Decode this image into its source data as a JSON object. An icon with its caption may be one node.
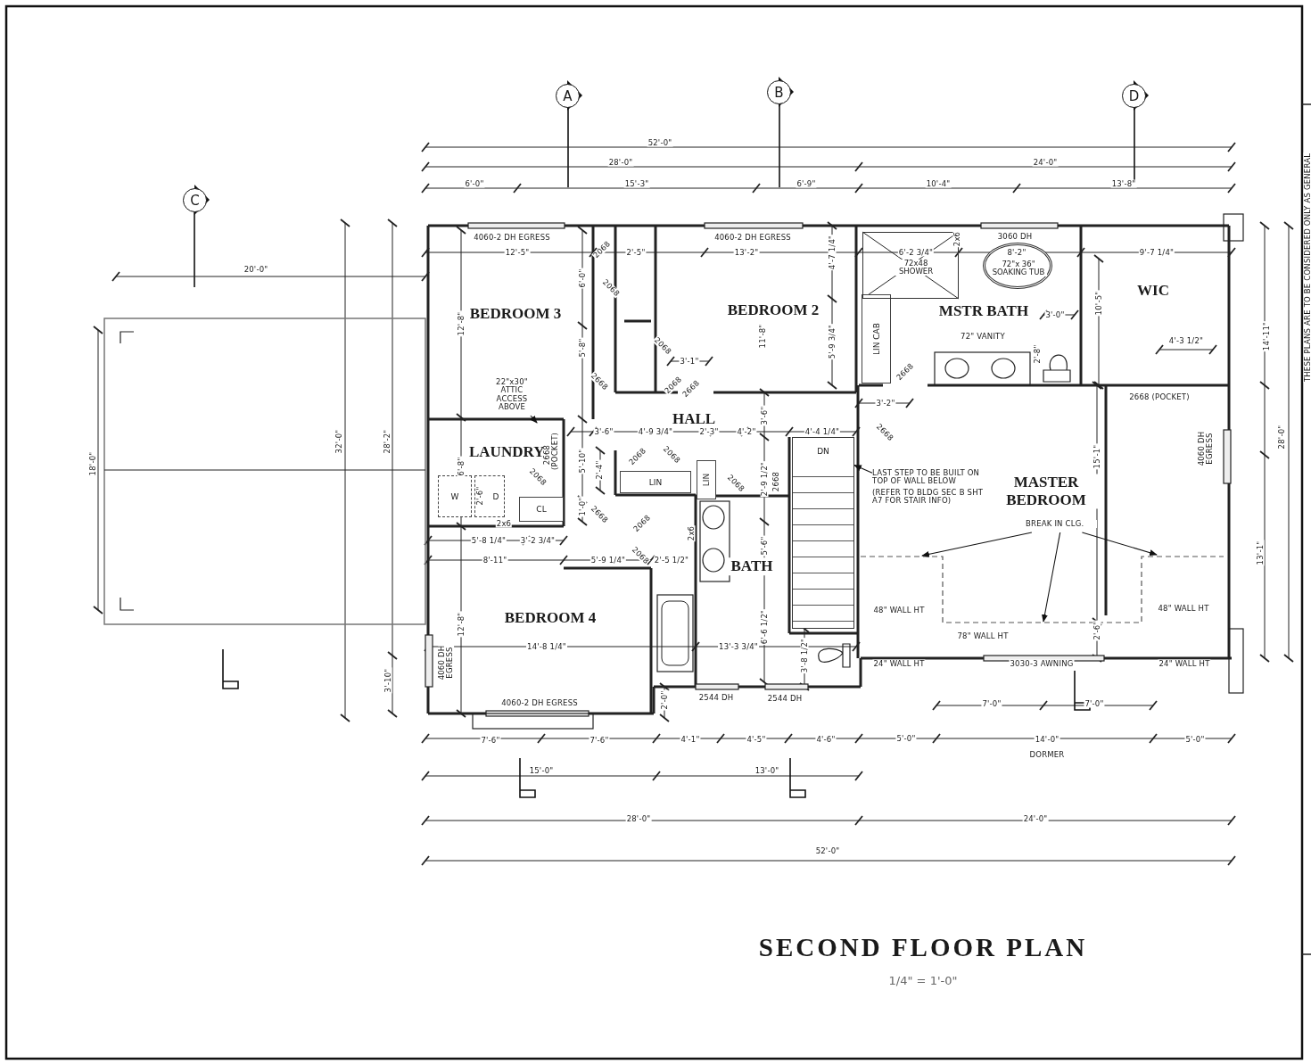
{
  "diagram": {
    "title": "SECOND FLOOR PLAN",
    "caption": "1/4\" = 1'-0\"",
    "nodes": [
      {
        "text": [
          "A"
        ]
      },
      {
        "text": [
          "B"
        ]
      },
      {
        "text": [
          "D"
        ]
      },
      {
        "text": [
          "C"
        ]
      },
      {
        "text": [
          "BEDROOM 3"
        ]
      },
      {
        "text": [
          "BEDROOM 2"
        ]
      },
      {
        "text": [
          "MSTR BATH"
        ]
      },
      {
        "text": [
          "WIC"
        ]
      },
      {
        "text": [
          "HALL"
        ]
      },
      {
        "text": [
          "LAUNDRY"
        ]
      },
      {
        "text": [
          "MASTER BEDROOM"
        ]
      },
      {
        "text": [
          "BEDROOM 4"
        ]
      },
      {
        "text": [
          "BATH"
        ]
      },
      {
        "text": [
          "LIN"
        ]
      },
      {
        "text": [
          "LIN"
        ]
      },
      {
        "text": [
          "LIN CAB"
        ]
      },
      {
        "text": [
          "CL"
        ]
      },
      {
        "text": [
          "W"
        ]
      },
      {
        "text": [
          "D"
        ]
      },
      {
        "text": [
          "22\"x30\" ATTIC ACCESS ABOVE"
        ]
      },
      {
        "text": [
          "LAST STEP TO BE BUILT ON TOP OF WALL BELOW",
          "(REFER TO BLDG SEC B SHT A7 FOR STAIR INFO)"
        ]
      },
      {
        "text": [
          "BREAK IN CLG."
        ]
      },
      {
        "text": [
          "DN"
        ]
      },
      {
        "text": [
          "72x48 SHOWER"
        ]
      },
      {
        "text": [
          "72\"x 36\" SOAKING TUB"
        ]
      }
    ],
    "edges": [
      {
        "from": 19,
        "to": 9,
        "arrow": "to"
      },
      {
        "from": 20,
        "to": 22,
        "arrow": "to"
      },
      {
        "from": 21,
        "to": null,
        "arrow": "to"
      },
      {
        "from": 21,
        "to": null,
        "arrow": "to"
      },
      {
        "from": 21,
        "to": null,
        "arrow": "to"
      }
    ],
    "labels": [
      "52'-0\"",
      "28'-0\"",
      "24'-0\"",
      "6'-0\"",
      "15'-3\"",
      "6'-9\"",
      "10'-4\"",
      "13'-8\"",
      "20'-0\"",
      "4060-2 DH EGRESS",
      "4060-2 DH EGRESS",
      "3060 DH",
      "12'-5\"",
      "2'-5\"",
      "13'-2\"",
      "6'-2 3/4\"",
      "8'-2\"",
      "9'-7 1/4\"",
      "2068",
      "2x6",
      "4'-7 1/4\"",
      "6'-0\"",
      "2068",
      "10'-5\"",
      "12'-8\"",
      "3'-0\"",
      "5'-8\"",
      "2068",
      "11'-8\"",
      "5'-9 3/4\"",
      "72\" VANITY",
      "2'-8\"",
      "4'-3 1/2\"",
      "14'-11\"",
      "3'-1\"",
      "2668",
      "2668",
      "2068",
      "2668",
      "2668 (POCKET)",
      "3'-2\"",
      "3'-6\"",
      "3'-6\"",
      "4'-9 3/4\"",
      "2'-3\"",
      "4'-2\"",
      "4'-4 1/4\"",
      "2668",
      "28'-0\"",
      "18'-0\"",
      "32'-0\"",
      "28'-2\"",
      "6'-8\"",
      "2068",
      "2668 (POCKET)",
      "5'-10\"",
      "2'-4\"",
      "2068",
      "2068",
      "2068",
      "2'-9 1/2\"",
      "2668",
      "15'-1\"",
      "4060 DH EGRESS",
      "2'-6\"",
      "2x6",
      "1'-0\"",
      "2668",
      "2068",
      "2x6",
      "5'-8 1/4\"",
      "3'-2 3/4\"",
      "2068",
      "5'-6\"",
      "13'-1\"",
      "8'-11\"",
      "5'-9 1/4\"",
      "2'-5 1/2\"",
      "48\" WALL HT",
      "48\" WALL HT",
      "12'-8\"",
      "6'-6 1/2\"",
      "2'-6\"",
      "78\" WALL HT",
      "14'-8 1/4\"",
      "13'-3 3/4\"",
      "3'-8 1/2\"",
      "24\" WALL HT",
      "3030-3 AWNING",
      "24\" WALL HT",
      "4060 DH EGRESS",
      "3'-10\"",
      "4060-2 DH EGRESS",
      "2'-0\"",
      "2544 DH",
      "2544 DH",
      "7'-0\"",
      "7'-0\"",
      "7'-6\"",
      "7'-6\"",
      "4'-1\"",
      "4'-5\"",
      "4'-6\"",
      "5'-0\"",
      "14'-0\"",
      "5'-0\"",
      "DORMER",
      "15'-0\"",
      "13'-0\"",
      "28'-0\"",
      "24'-0\"",
      "52'-0\"",
      "THESE PLANS ARE TO BE CONSIDERED ONLY AS GENERAL"
    ]
  }
}
